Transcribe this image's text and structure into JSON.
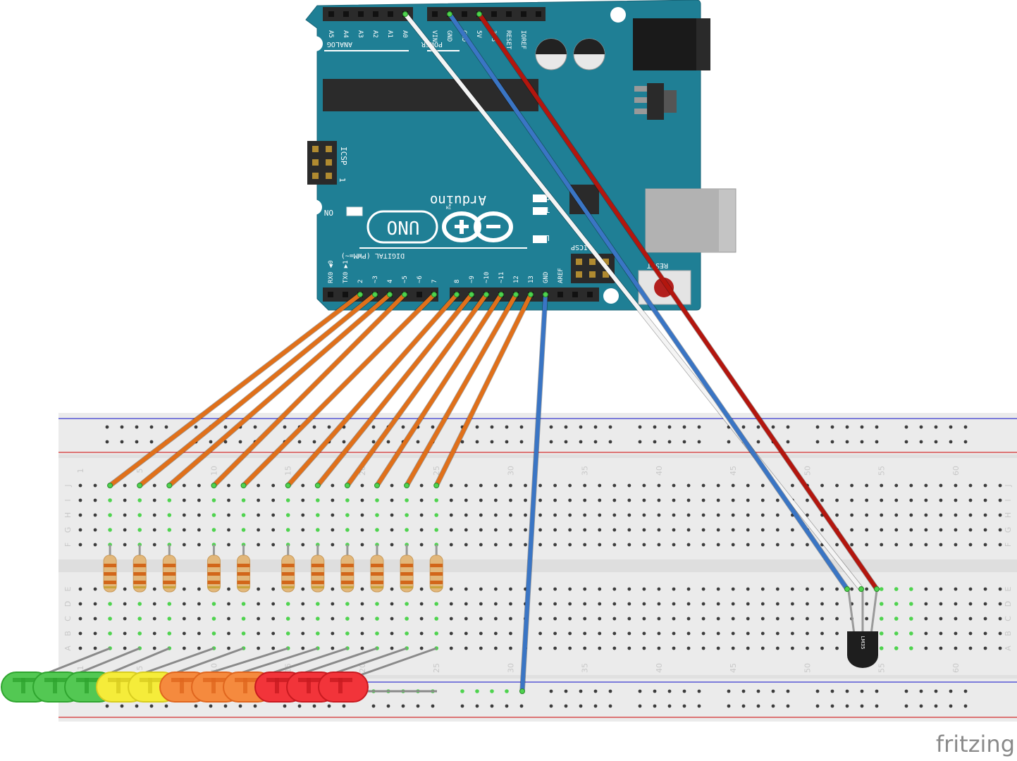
{
  "arduino": {
    "board_logo": "UNO",
    "brand": "Arduino",
    "tm": "TM",
    "icsp_label": "ICSP",
    "icsp2_label": "ICSP",
    "icsp_pin1": "1",
    "on_label": "ON",
    "tx_label": "TX",
    "rx_label": "RX",
    "l_label": "L",
    "reset_label": "RESET",
    "analog_header_label": "ANALOG IN",
    "power_header_label": "POWER",
    "digital_header_label": "DIGITAL (PWM=~)",
    "analog_pins": [
      "A5",
      "A4",
      "A3",
      "A2",
      "A1",
      "A0"
    ],
    "power_pins": [
      "VIN",
      "GND",
      "GND",
      "5V",
      "3V3",
      "RESET",
      "IOREF"
    ],
    "digital_pins": [
      "RX0 ◀0",
      "TX0 ▶1",
      "2",
      "~3",
      "4",
      "~5",
      "~6",
      "7",
      "8",
      "~9",
      "~10",
      "~11",
      "12",
      "13",
      "GND",
      "AREF"
    ]
  },
  "breadboard": {
    "column_numbers": [
      "1",
      "5",
      "10",
      "15",
      "20",
      "25",
      "30",
      "35",
      "40",
      "45",
      "50",
      "55",
      "60"
    ],
    "row_letters_top": [
      "J",
      "I",
      "H",
      "G",
      "F"
    ],
    "row_letters_bottom": [
      "E",
      "D",
      "C",
      "B",
      "A"
    ]
  },
  "sensor": {
    "label": "LM35"
  },
  "leds": [
    {
      "color": "green"
    },
    {
      "color": "green"
    },
    {
      "color": "green"
    },
    {
      "color": "yellow"
    },
    {
      "color": "yellow"
    },
    {
      "color": "orange"
    },
    {
      "color": "orange"
    },
    {
      "color": "orange"
    },
    {
      "color": "red"
    },
    {
      "color": "red"
    },
    {
      "color": "red"
    }
  ],
  "colors": {
    "arduino_board": "#1f7f95",
    "breadboard": "#ebebeb",
    "wire_orange": "#e0701a",
    "wire_blue": "#3a75c4",
    "wire_red": "#b3160e",
    "wire_white": "#f4f4f4",
    "rail_red": "#d22c2c",
    "rail_blue": "#3a3ad0"
  },
  "watermark": "fritzing"
}
